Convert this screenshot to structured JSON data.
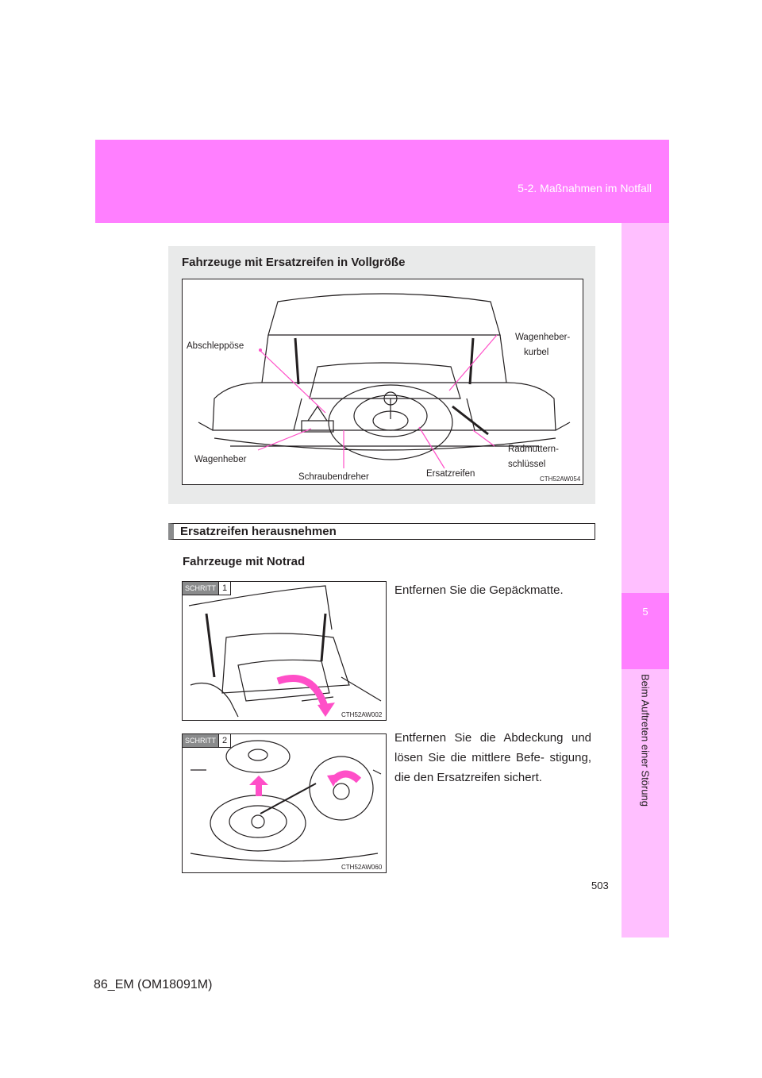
{
  "header": {
    "section_title": "5-2. Maßnahmen im Notfall"
  },
  "side_tab": {
    "chapter_number": "5",
    "chapter_title": "Beim Auftreten einer Störung"
  },
  "fullsize_spare": {
    "heading": "Fahrzeuge mit Ersatzreifen in Vollgröße",
    "labels": {
      "abschleppoese": "Abschleppöse",
      "wagenheber_kurbel_1": "Wagenheber-",
      "wagenheber_kurbel_2": "kurbel",
      "wagenheber": "Wagenheber",
      "radmuttern_1": "Radmuttern-",
      "radmuttern_2": "schlüssel",
      "schraubendreher": "Schraubendreher",
      "ersatzreifen": "Ersatzreifen"
    },
    "figure_code": "CTH52AW054"
  },
  "section": {
    "heading": "Ersatzreifen herausnehmen",
    "subheading": "Fahrzeuge mit Notrad"
  },
  "steps": [
    {
      "badge_label": "SCHRITT",
      "number": "1",
      "text": "Entfernen Sie die Gepäckmatte.",
      "figure_code": "CTH52AW002"
    },
    {
      "badge_label": "SCHRITT",
      "number": "2",
      "text": "Entfernen Sie die Abdeckung und lösen Sie die mittlere Befe- stigung, die den Ersatzreifen sichert.",
      "figure_code": "CTH52AW060"
    }
  ],
  "page_number": "503",
  "footer": {
    "code": "86_EM (OM18091M)"
  },
  "colors": {
    "magenta_band": "#ff7fff",
    "side_tab_light": "#ffbfff",
    "gray_box": "#e9eaea",
    "heading_bar": "#8a8b8c"
  }
}
